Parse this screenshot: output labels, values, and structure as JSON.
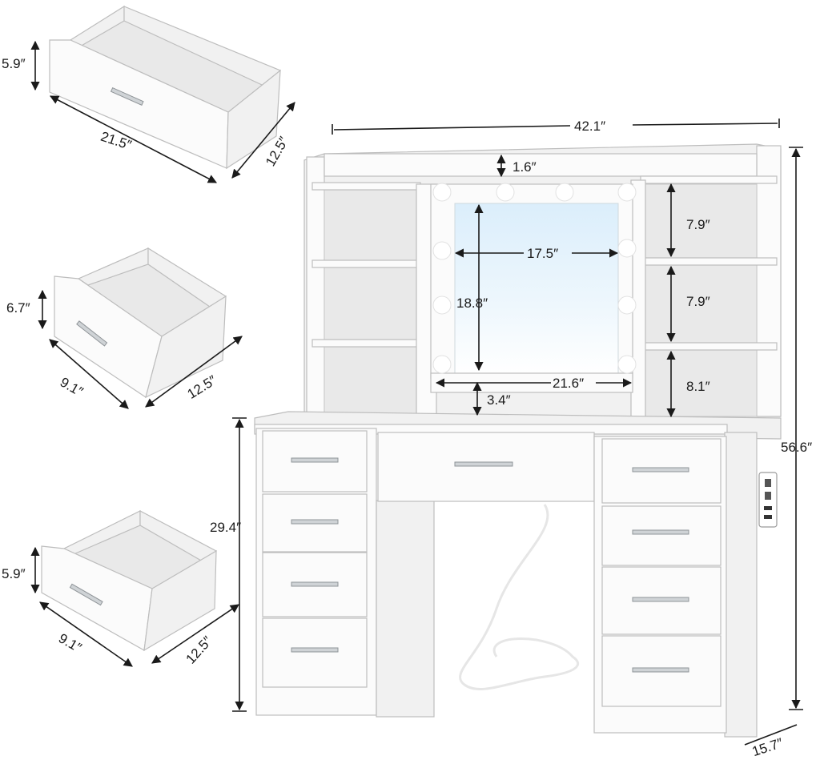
{
  "dimensions": {
    "drawer_large": {
      "height": "5.9″",
      "width": "21.5″",
      "depth": "12.5″"
    },
    "drawer_medium": {
      "height": "6.7″",
      "width": "9.1″",
      "depth": "12.5″"
    },
    "drawer_small": {
      "height": "5.9″",
      "width": "9.1″",
      "depth": "12.5″"
    },
    "overall_width": "42.1″",
    "overall_height": "56.6″",
    "overall_depth": "15.7″",
    "desk_height": "29.4″",
    "top_gap": "1.6″",
    "mirror_inner_width": "17.5″",
    "mirror_height": "18.8″",
    "mirror_outer_width": "21.6″",
    "mirror_base_gap": "3.4″",
    "shelf_top": "7.9″",
    "shelf_middle": "7.9″",
    "shelf_bottom": "8.1″"
  }
}
